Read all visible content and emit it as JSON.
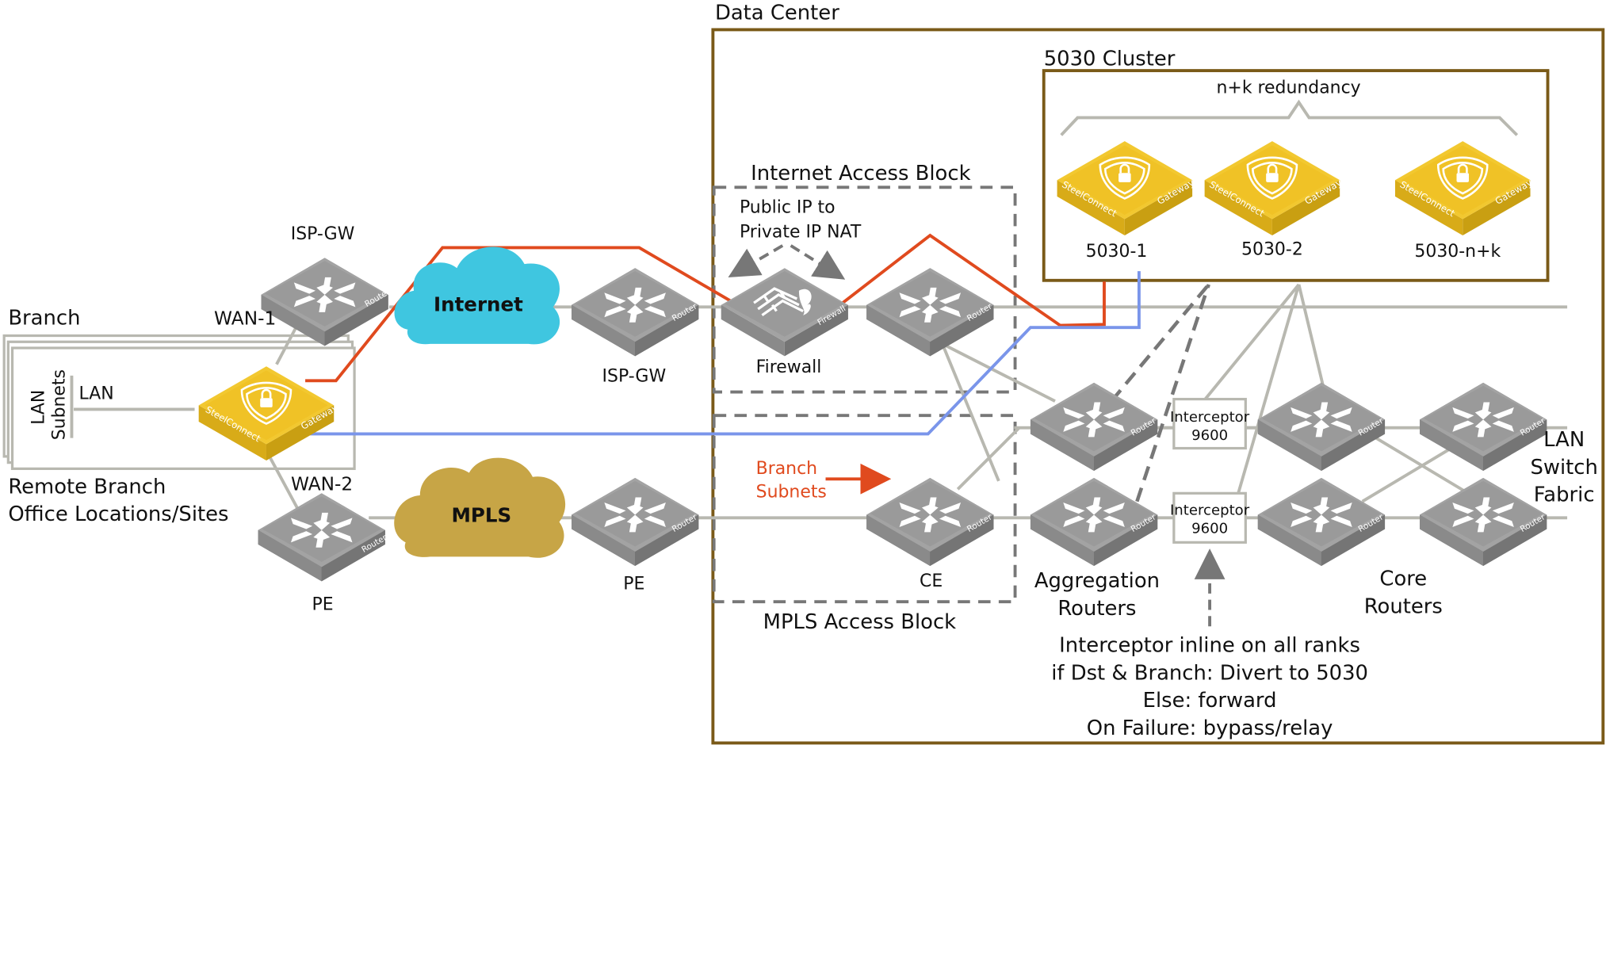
{
  "colors": {
    "router_top": "#9e9e9e",
    "router_side": "#6f6f6f",
    "gateway_top": "#f2c830",
    "gateway_side": "#c99f12",
    "internet_cloud": "#3fc6e0",
    "mpls_cloud": "#c7a546",
    "red_path": "#e04a1e",
    "blue_path": "#7a95ea",
    "link_gray": "#b8b8b0",
    "dc_border": "#7a5a18",
    "dashed": "#777777"
  },
  "labels": {
    "data_center": "Data Center",
    "cluster": "5030 Cluster",
    "redundancy": "n+k redundancy",
    "internet_block": "Internet Access Block",
    "mpls_block": "MPLS Access Block",
    "nat_line1": "Public IP to",
    "nat_line2": "Private IP NAT",
    "branch": "Branch",
    "branch_footer_line1": "Remote Branch",
    "branch_footer_line2": "Office Locations/Sites",
    "lan_subnets_line1": "LAN",
    "lan_subnets_line2": "Subnets",
    "lan": "LAN",
    "wan1": "WAN-1",
    "wan2": "WAN-2",
    "branch_subnets_line1": "Branch",
    "branch_subnets_line2": "Subnets",
    "lan_switch_line1": "LAN",
    "lan_switch_line2": "Switch",
    "lan_switch_line3": "Fabric",
    "aggregation_line1": "Aggregation",
    "aggregation_line2": "Routers",
    "core_line1": "Core",
    "core_line2": "Routers",
    "note_line1": "Interceptor inline on all ranks",
    "note_line2": "if Dst & Branch: Divert to 5030",
    "note_line3": "Else: forward",
    "note_line4": "On Failure: bypass/relay"
  },
  "clouds": {
    "internet": "Internet",
    "mpls": "MPLS"
  },
  "device_text": {
    "router_tag": "Router",
    "firewall_tag": "Firewall",
    "gateway_brand": "SteelConnect",
    "gateway_tag": "Gateway"
  },
  "devices": {
    "isp_gw_branch": "ISP-GW",
    "isp_gw_dc": "ISP-GW",
    "pe_branch": "PE",
    "pe_dc": "PE",
    "firewall": "Firewall",
    "ce": "CE",
    "gw_1": "5030-1",
    "gw_2": "5030-2",
    "gw_nk": "5030-n+k"
  },
  "interceptors": [
    {
      "line1": "Interceptor",
      "line2": "9600"
    },
    {
      "line1": "Interceptor",
      "line2": "9600"
    }
  ],
  "icons": {
    "router": "router-arrows-icon",
    "firewall": "firewall-brick-flame-icon",
    "gateway": "shield-lock-icon"
  }
}
